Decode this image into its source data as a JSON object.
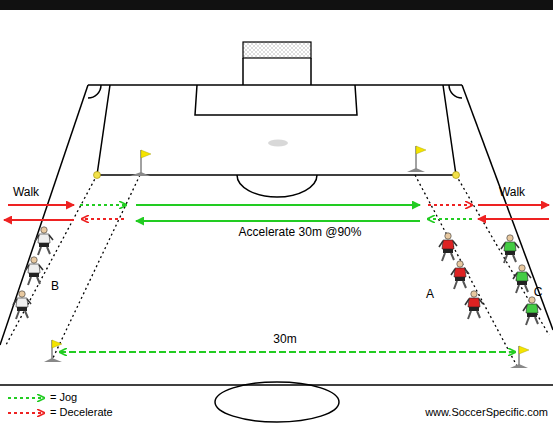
{
  "diagram": {
    "labels": [
      "Walk",
      "Walk",
      "Accelerate 30m @90%",
      "30m",
      "A",
      "B",
      "C",
      "www.SoccerSpecific.com"
    ],
    "legend": [
      {
        "text": "= Jog"
      },
      {
        "text": "= Decelerate"
      }
    ]
  }
}
